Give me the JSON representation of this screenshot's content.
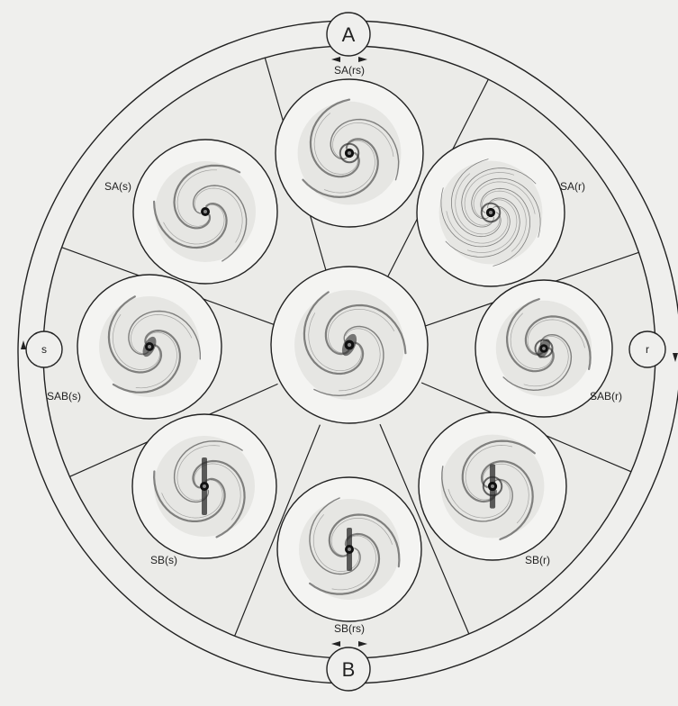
{
  "poles": {
    "top": "A",
    "bottom": "B",
    "left": "s",
    "right": "r"
  },
  "galaxies": [
    {
      "key": "SA(rs)",
      "label": "SA(rs)",
      "form": "ring-spiral"
    },
    {
      "key": "SA(r)",
      "label": "SA(r)",
      "form": "ringed"
    },
    {
      "key": "SAB(r)",
      "label": "SAB(r)",
      "form": "ringed-weak-bar"
    },
    {
      "key": "SB(r)",
      "label": "SB(r)",
      "form": "ringed-bar"
    },
    {
      "key": "SB(rs)",
      "label": "SB(rs)",
      "form": "bar-spiral"
    },
    {
      "key": "SB(s)",
      "label": "SB(s)",
      "form": "barred-s"
    },
    {
      "key": "SAB(s)",
      "label": "SAB(s)",
      "form": "weak-bar-s"
    },
    {
      "key": "SA(s)",
      "label": "SA(s)",
      "form": "spiral"
    },
    {
      "key": "center",
      "label": "",
      "form": "transition"
    }
  ],
  "colors": {
    "background": "#efefed",
    "line": "#222222",
    "ink": "#2a2a2a"
  }
}
